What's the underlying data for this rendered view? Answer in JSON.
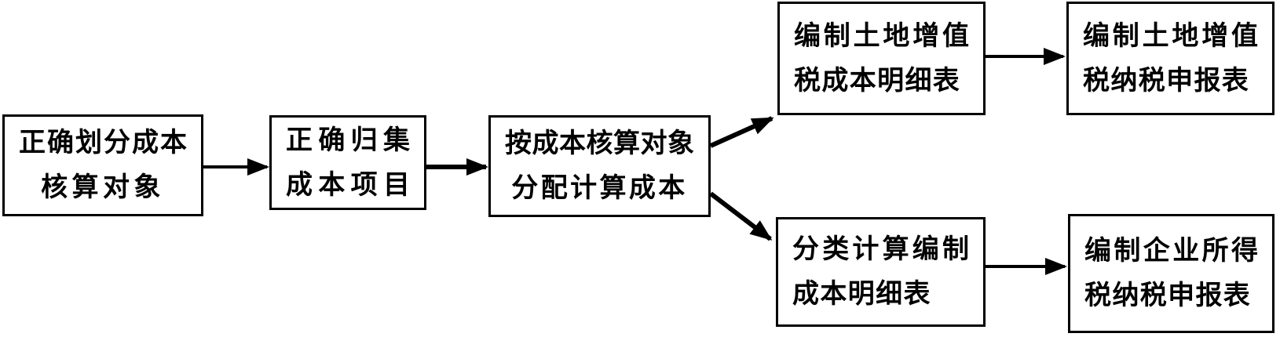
{
  "diagram": {
    "title": "cost-accounting-tax-filing-flowchart",
    "background_color": "#ffffff",
    "line_color": "#000000",
    "nodes": [
      {
        "id": "n1",
        "line1": "正确划分成本",
        "line2": "核算对象"
      },
      {
        "id": "n2",
        "line1": "正确归集",
        "line2": "成本项目"
      },
      {
        "id": "n3",
        "line1": "按成本核算对象",
        "line2": "分配计算成本"
      },
      {
        "id": "n4",
        "line1": "编制土地增值",
        "line2": "税成本明细表"
      },
      {
        "id": "n5",
        "line1": "编制土地增值",
        "line2": "税纳税申报表"
      },
      {
        "id": "n6",
        "line1": "分类计算编制",
        "line2": "成本明细表"
      },
      {
        "id": "n7",
        "line1": "编制企业所得",
        "line2": "税纳税申报表"
      }
    ],
    "edges": [
      {
        "from": "n1",
        "to": "n2"
      },
      {
        "from": "n2",
        "to": "n3"
      },
      {
        "from": "n3",
        "to": "n4"
      },
      {
        "from": "n3",
        "to": "n6"
      },
      {
        "from": "n4",
        "to": "n5"
      },
      {
        "from": "n6",
        "to": "n7"
      }
    ]
  }
}
